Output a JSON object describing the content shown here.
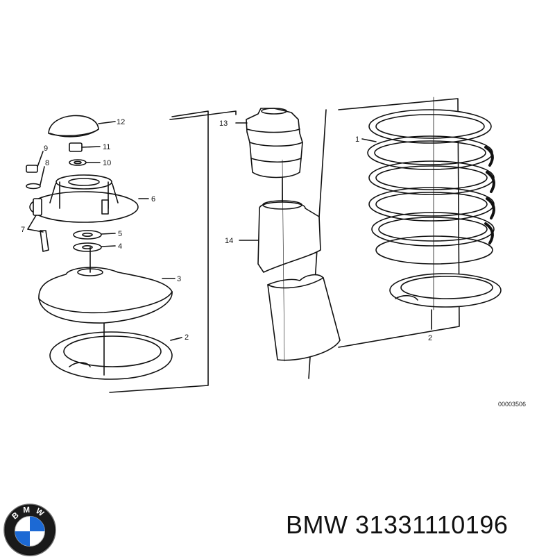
{
  "diagram": {
    "callouts": {
      "c1": "1",
      "c2a": "2",
      "c2b": "2",
      "c3": "3",
      "c4": "4",
      "c5": "5",
      "c6": "6",
      "c7": "7",
      "c8": "8",
      "c9": "9",
      "c10": "10",
      "c11": "11",
      "c12": "12",
      "c13": "13",
      "c14": "14"
    },
    "reference_number": "00003506"
  },
  "brand": {
    "logo_letters": "BMW",
    "caption": "BMW 31331110196"
  },
  "colors": {
    "line": "#111111",
    "blue": "#1c69d4",
    "white": "#ffffff"
  }
}
